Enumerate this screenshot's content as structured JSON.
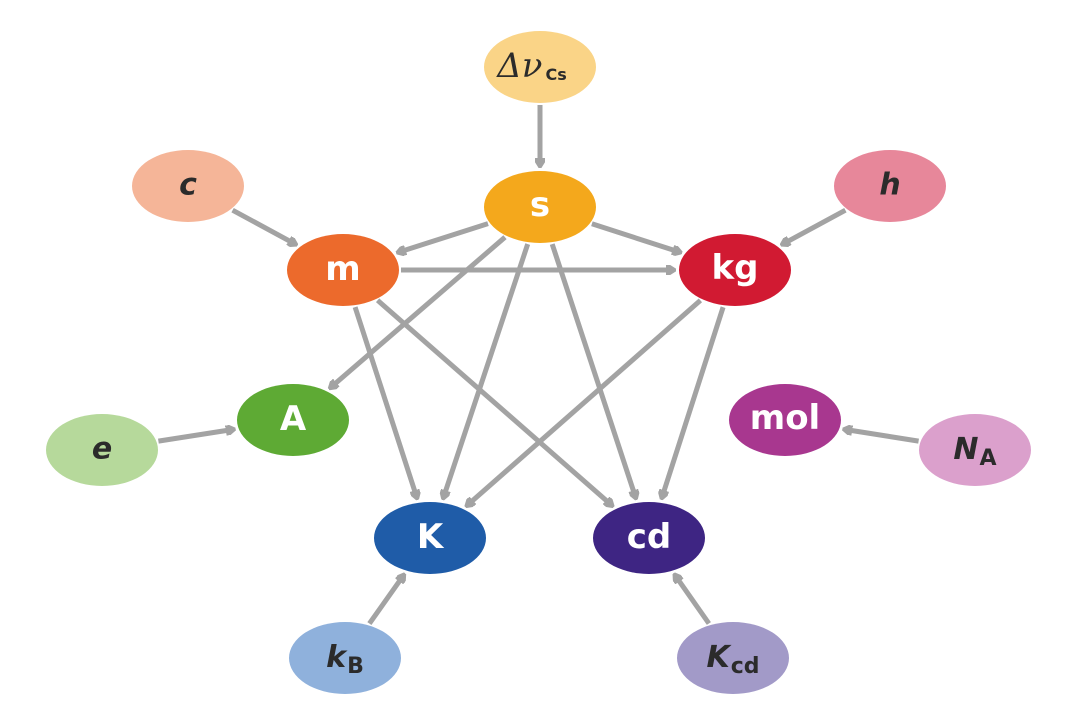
{
  "colors": {
    "arrow": "#a3a3a3",
    "s": "#f4a81c",
    "m": "#ec6a2c",
    "kg": "#d11a32",
    "A": "#5eaa34",
    "K": "#1f5ca8",
    "cd": "#3e2583",
    "mol": "#a8378f",
    "dnu": "#fad487",
    "c": "#f5b598",
    "h": "#e7879a",
    "e": "#b6d99b",
    "kB": "#8fb1dc",
    "Kcd": "#a29ac8",
    "NA": "#dba0cc"
  },
  "units": {
    "s": "s",
    "m": "m",
    "kg": "kg",
    "A": "A",
    "K": "K",
    "cd": "cd",
    "mol": "mol"
  },
  "constants": {
    "dnu": {
      "main": "Δν",
      "sub": "Cs"
    },
    "c": {
      "main": "c"
    },
    "h": {
      "main": "h"
    },
    "e": {
      "main": "e"
    },
    "kB": {
      "main": "k",
      "sub": "B"
    },
    "Kcd": {
      "main": "K",
      "sub": "cd"
    },
    "NA": {
      "main": "N",
      "sub": "A"
    }
  },
  "edges": [
    [
      "dnu",
      "s"
    ],
    [
      "c",
      "m"
    ],
    [
      "h",
      "kg"
    ],
    [
      "e",
      "A"
    ],
    [
      "kB",
      "K"
    ],
    [
      "Kcd",
      "cd"
    ],
    [
      "NA",
      "mol"
    ],
    [
      "s",
      "m"
    ],
    [
      "s",
      "kg"
    ],
    [
      "s",
      "A"
    ],
    [
      "s",
      "K"
    ],
    [
      "s",
      "cd"
    ],
    [
      "m",
      "kg"
    ],
    [
      "m",
      "K"
    ],
    [
      "m",
      "cd"
    ],
    [
      "kg",
      "K"
    ],
    [
      "kg",
      "cd"
    ]
  ]
}
